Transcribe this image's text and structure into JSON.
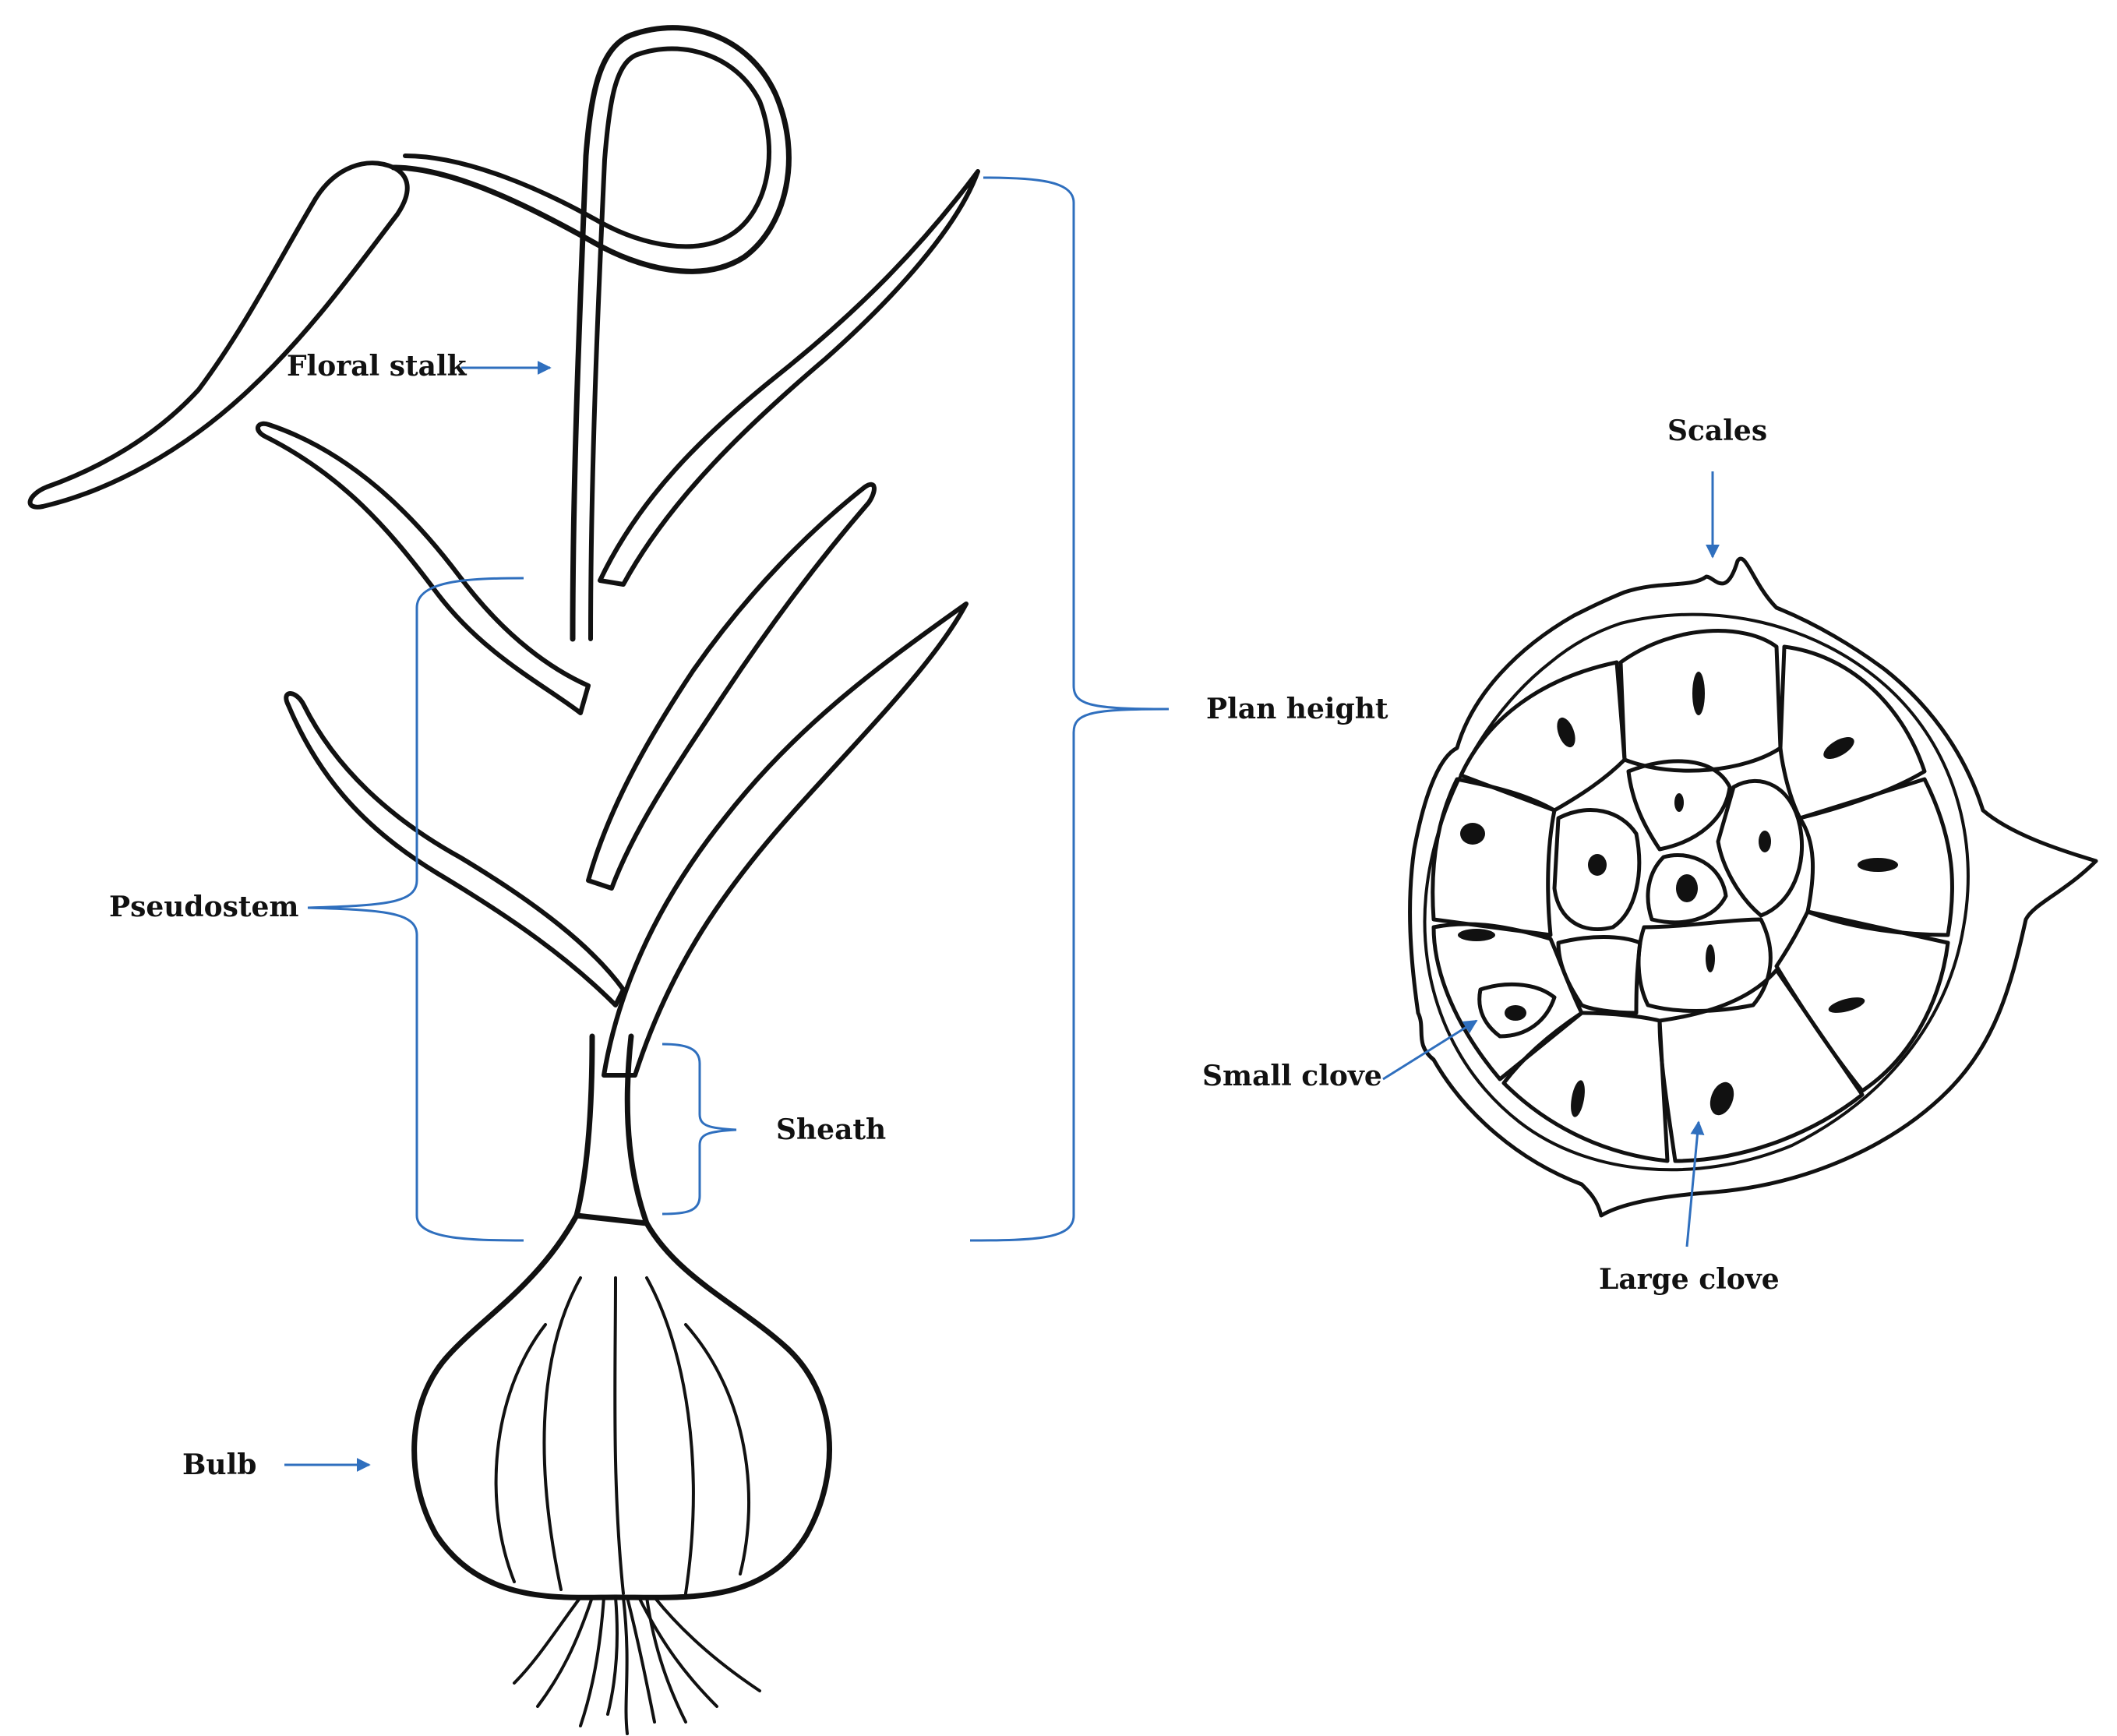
{
  "labels": {
    "floral_stalk": "Floral stalk",
    "plan_height": "Plan height",
    "pseudostem": "Pseudostem",
    "sheath": "Sheath",
    "bulb": "Bulb",
    "scales": "Scales",
    "small_clove": "Small clove",
    "large_clove": "Large clove"
  },
  "colors": {
    "annotation": "#2f6fbe",
    "ink": "#111111",
    "background": "#ffffff"
  }
}
